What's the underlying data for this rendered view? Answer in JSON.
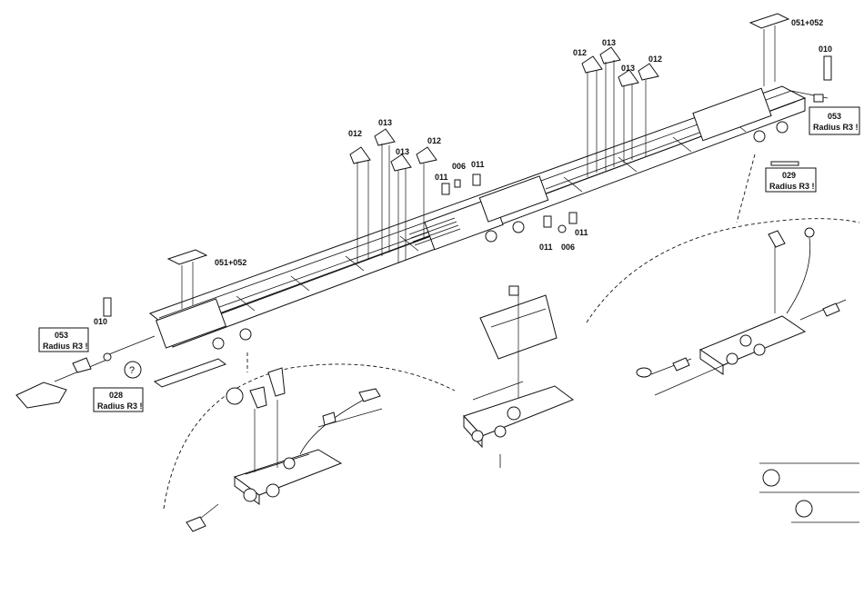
{
  "labels": {
    "p012": "012",
    "p013": "013",
    "p011": "011",
    "p006": "006",
    "p010": "010",
    "p051_052": "051+052"
  },
  "boxes": {
    "left_053": {
      "part": "053",
      "note": "Radius R3 !"
    },
    "right_053": {
      "part": "053",
      "note": "Radius R3 !"
    },
    "b028": {
      "part": "028",
      "note": "Radius R3 !"
    },
    "b029": {
      "part": "029",
      "note": "Radius R3 !"
    }
  },
  "markers": {
    "question": "?"
  }
}
